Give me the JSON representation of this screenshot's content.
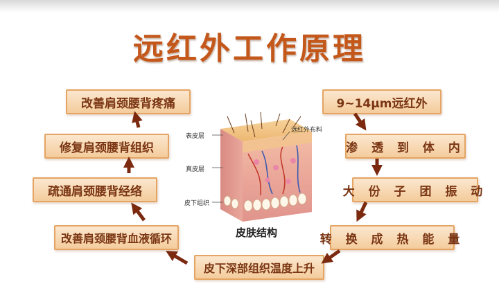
{
  "title": "远红外工作原理",
  "left_steps": [
    "改善肩颈腰背疼痛",
    "修复肩颈腰背组织",
    "疏通肩颈腰背经络",
    "改善肩颈腰背血液循环"
  ],
  "right_steps": [
    "9~14μm远红外",
    "渗 透 到 体 内",
    "大 份 子 团 振 动",
    "转 换 成 热 能 量"
  ],
  "bottom_step": "皮下深部组织温度上升",
  "skin_diagram": {
    "caption": "皮肤结构",
    "labels": {
      "epidermis": "表皮层",
      "dermis": "真皮层",
      "subcutaneous": "皮下组织",
      "fabric": "远红外布料"
    }
  },
  "colors": {
    "title": "#c4571a",
    "box_text": "#7a3513",
    "box_fill_top": "#fbe7cf",
    "box_fill_bottom": "#f4cc9c",
    "box_border": "#e4a463",
    "arrow": "#7b2a10"
  }
}
